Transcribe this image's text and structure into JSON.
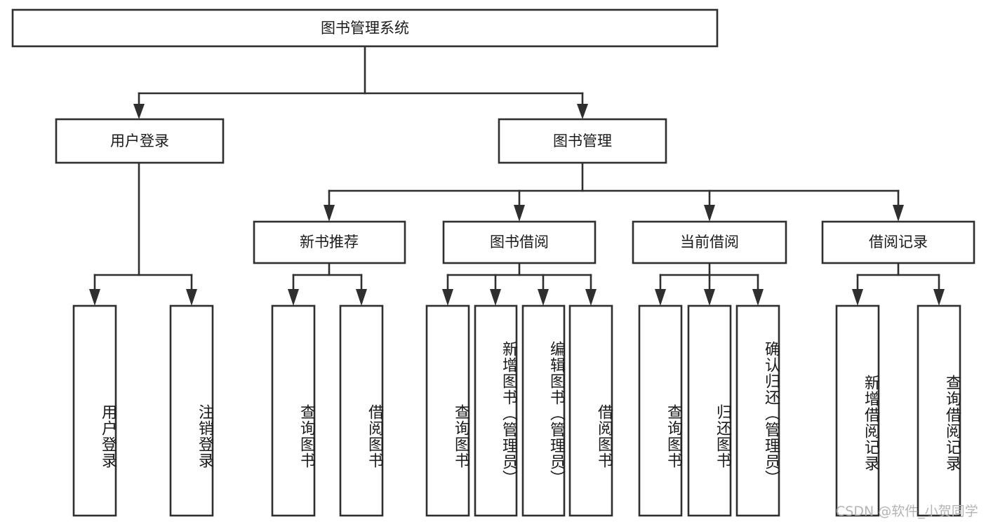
{
  "diagram": {
    "type": "tree-hierarchy",
    "title": "图书管理系统",
    "orientation": "top-down",
    "watermark": "CSDN @软件_小贺同学",
    "colors": {
      "stroke": "#2f2f2f",
      "fill": "#ffffff",
      "text": "#1a1a1a",
      "watermark": "#b4b4b4",
      "background": "#ffffff"
    },
    "levels": {
      "root": {
        "label": "图书管理系统"
      },
      "level2": [
        {
          "label": "用户登录"
        },
        {
          "label": "图书管理"
        }
      ],
      "level3": [
        {
          "label": "新书推荐"
        },
        {
          "label": "图书借阅"
        },
        {
          "label": "当前借阅"
        },
        {
          "label": "借阅记录"
        }
      ],
      "leaves": {
        "user_login": [
          {
            "label": "用户登录"
          },
          {
            "label": "注销登录"
          }
        ],
        "new_book_recommend": [
          {
            "label": "查询图书"
          },
          {
            "label": "借阅图书"
          }
        ],
        "book_borrow": [
          {
            "label": "查询图书"
          },
          {
            "label": "新增图书（管理员）"
          },
          {
            "label": "编辑图书（管理员）"
          },
          {
            "label": "借阅图书"
          }
        ],
        "current_borrow": [
          {
            "label": "查询图书"
          },
          {
            "label": "归还图书"
          },
          {
            "label": "确认归还（管理员）"
          }
        ],
        "borrow_record": [
          {
            "label": "新增借阅记录"
          },
          {
            "label": "查询借阅记录"
          }
        ]
      }
    }
  }
}
